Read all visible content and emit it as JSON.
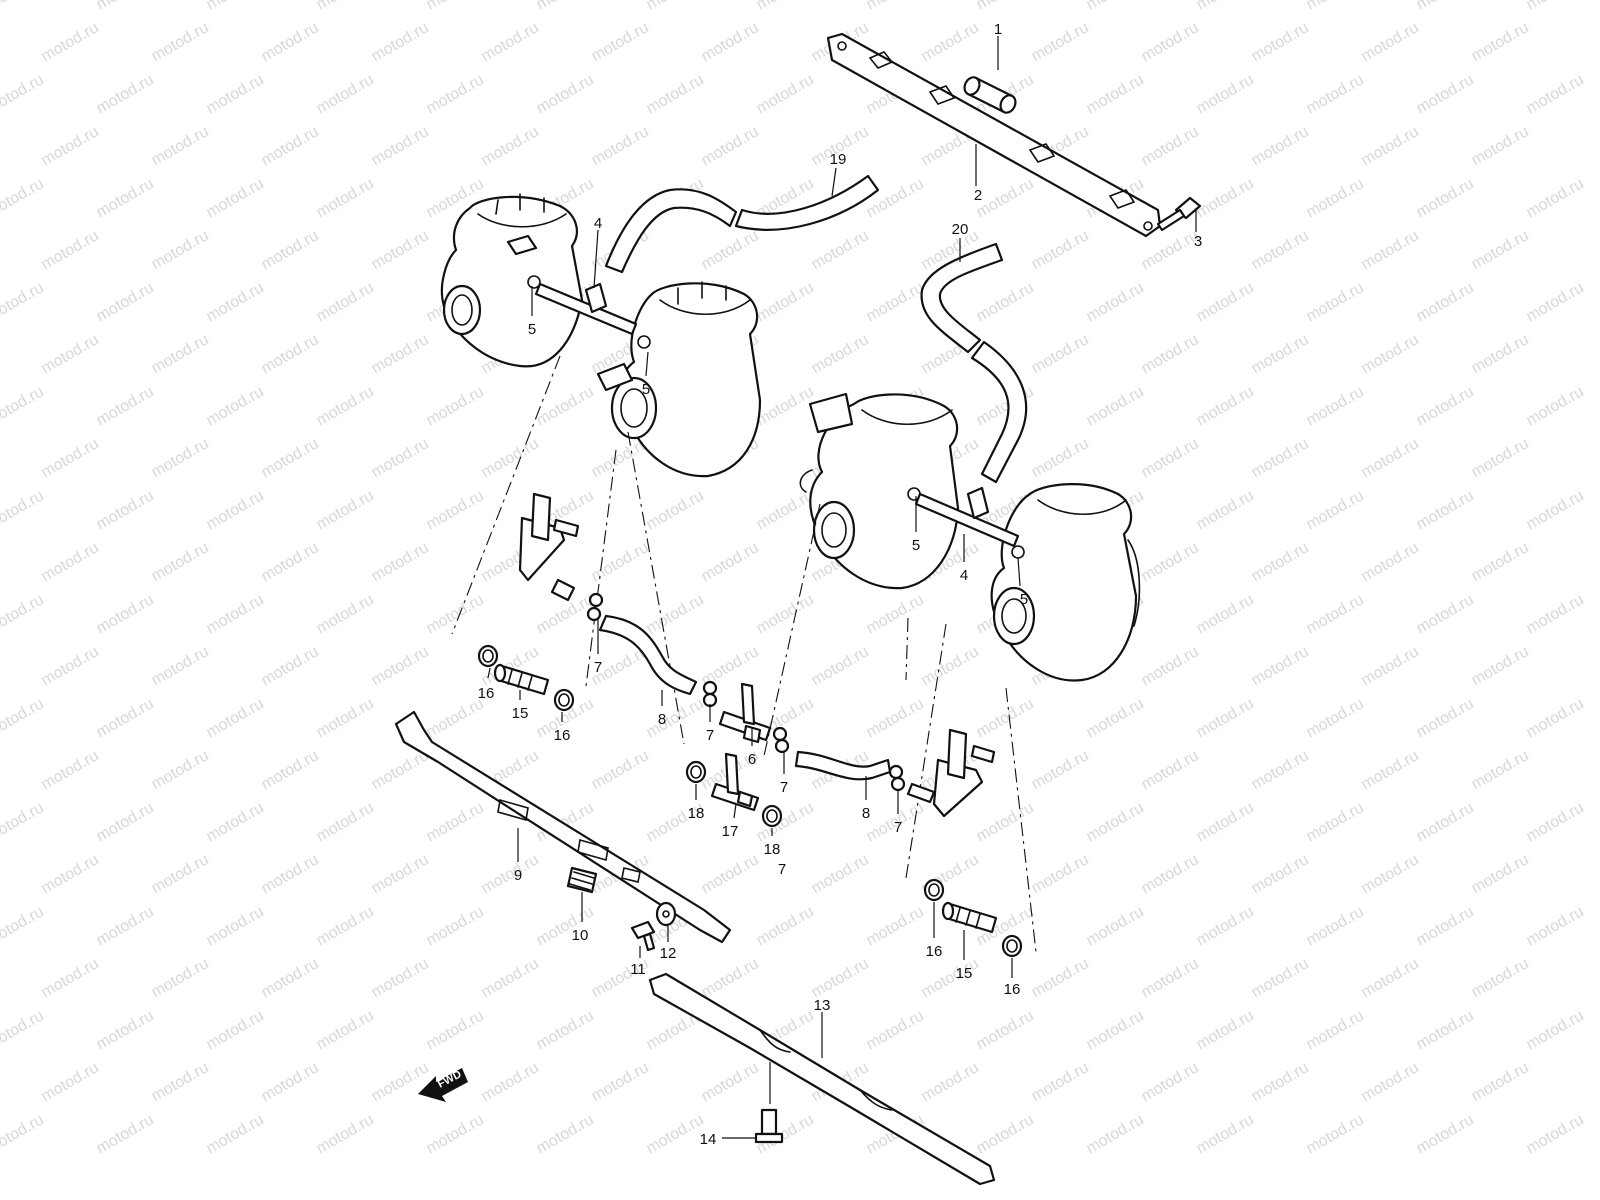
{
  "watermark": "motod.ru",
  "direction_label": "FWD",
  "colors": {
    "line": "#111111",
    "background": "#ffffff",
    "watermark": "#d8d8d8"
  },
  "callouts": [
    "1",
    "2",
    "3",
    "4",
    "5",
    "5",
    "19",
    "20",
    "5",
    "4",
    "5",
    "7",
    "7",
    "16",
    "15",
    "16",
    "8",
    "7",
    "6",
    "7",
    "18",
    "17",
    "18",
    "8",
    "7",
    "9",
    "10",
    "11",
    "12",
    "16",
    "15",
    "16",
    "13",
    "14"
  ]
}
